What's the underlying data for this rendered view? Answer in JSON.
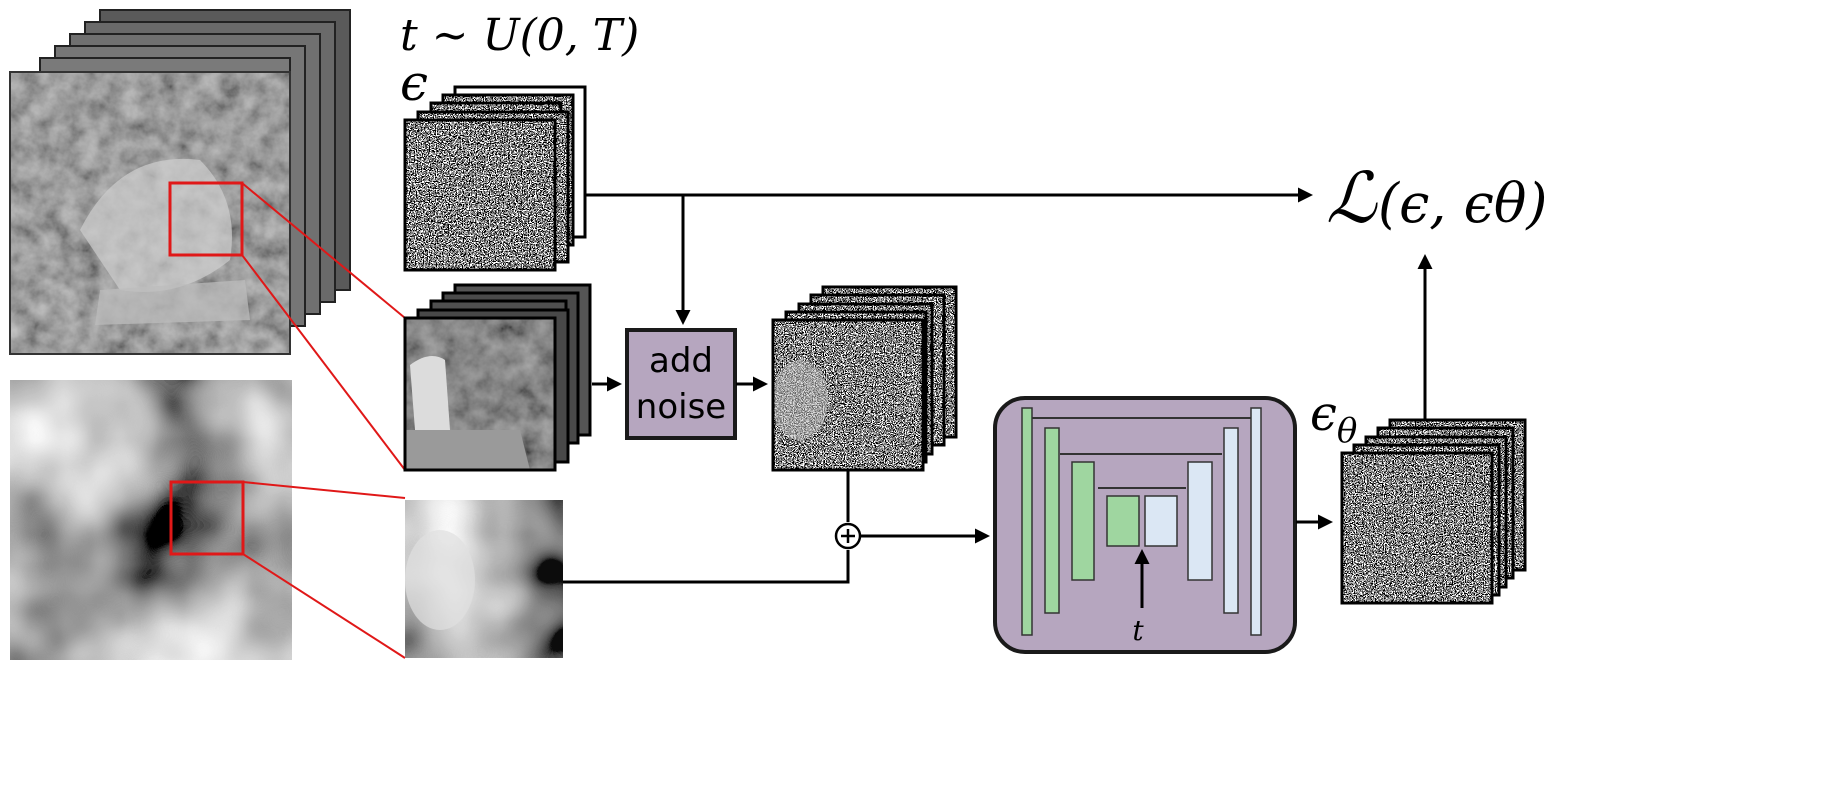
{
  "labels": {
    "timestep": "t ∼ U(0, T)",
    "epsilon": "ϵ",
    "add_noise_line1": "add",
    "add_noise_line2": "noise",
    "epsilon_theta": "ϵθ",
    "loss_script": "ℒ",
    "loss_args": "(ϵ, ϵθ)",
    "t_input": "t",
    "concat_symbol": "+"
  },
  "colors": {
    "unet_fill": "#b6a6bf",
    "box_stroke": "#1a1a1a",
    "encoder_block": "#9fd6a0",
    "decoder_block": "#dbe7f4",
    "zoom_box": "#e01818",
    "arrow": "#000000"
  },
  "icons": {
    "concat": "circle-plus-icon",
    "arrow": "arrow-head-icon"
  }
}
